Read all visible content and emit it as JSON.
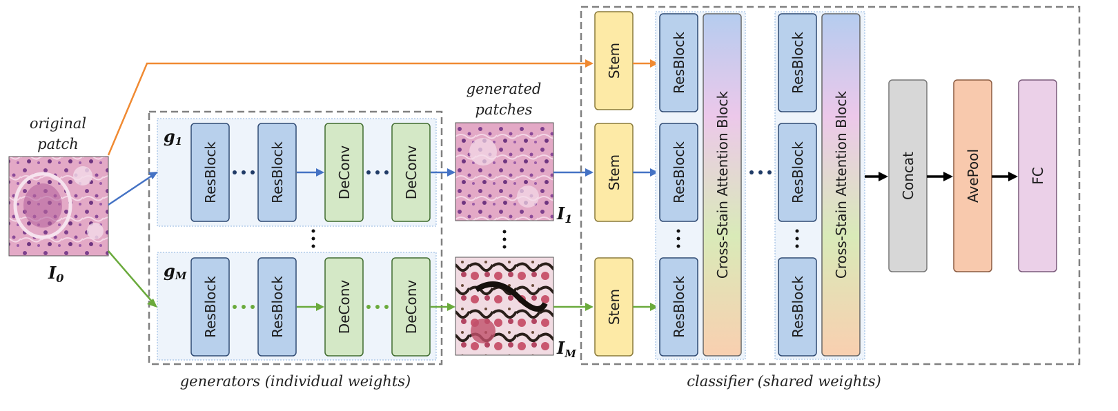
{
  "captions": {
    "original_patch_line1": "original",
    "original_patch_line2": "patch",
    "generated_patches_line1": "generated",
    "generated_patches_line2": "patches",
    "generators": "generators (individual weights)",
    "classifier": "classifier (shared weights)"
  },
  "symbols": {
    "input": "I",
    "input_sub": "0",
    "out1": "I",
    "out1_sub": "1",
    "outM": "I",
    "outM_sub": "M",
    "gen1": "g",
    "gen1_sub": "1",
    "genM": "g",
    "genM_sub": "M"
  },
  "generator_blocks": [
    "ResBlock",
    "ResBlock",
    "DeConv",
    "DeConv"
  ],
  "stem_label": "Stem",
  "resblock_label": "ResBlock",
  "attention_label": "Cross-Stain Attention Block",
  "head_blocks": [
    "Concat",
    "AvePool",
    "FC"
  ],
  "colors": {
    "resblock": "#b8d0ec",
    "deconv": "#d4e8c6",
    "stem": "#fdeaa6",
    "concat": "#d7d7d7",
    "avepool": "#f8c9ad",
    "fc": "#ebd0e8",
    "arrow_orange": "#f08a32",
    "arrow_blue": "#4472c4",
    "arrow_green": "#6aaa3c",
    "arrow_black": "#000000",
    "dashed_border": "#808080"
  }
}
